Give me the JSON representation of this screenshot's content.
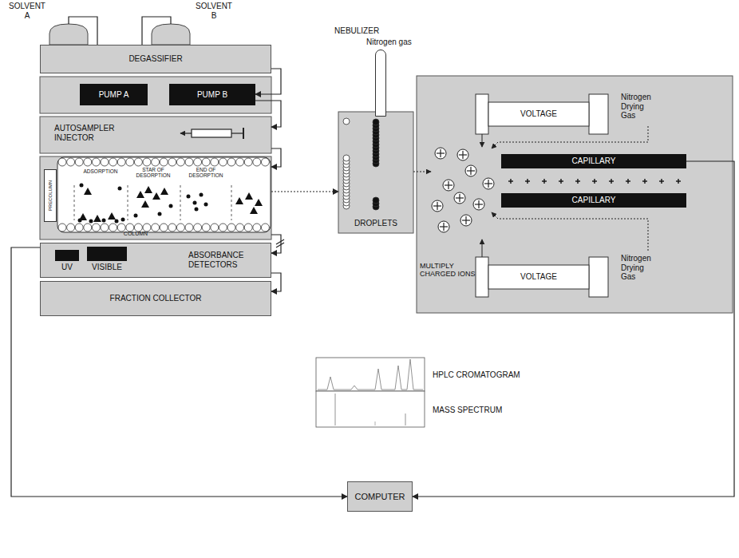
{
  "diagram": {
    "nodes": [
      {
        "text": [
          "SOLVENT A"
        ]
      },
      {
        "text": [
          "SOLVENT B"
        ]
      },
      {
        "text": [
          "DEGASSIFIER"
        ]
      },
      {
        "text": [
          "PUMP A"
        ]
      },
      {
        "text": [
          "PUMP B"
        ]
      },
      {
        "text": [
          "AUTOSAMPLER INJECTOR"
        ]
      },
      {
        "text": [
          "ADSORPTION",
          "STAR OF DESORPTION",
          "END OF DESORPTION",
          "COLUMN"
        ]
      },
      {
        "text": [
          "PRECOLUMN"
        ],
        "in": 6
      },
      {
        "text": [
          "ABSORBANCE DETECTORS"
        ]
      },
      {
        "text": [
          "UV"
        ],
        "in": 8
      },
      {
        "text": [
          "VISIBLE"
        ],
        "in": 8
      },
      {
        "text": [
          "FRACTION COLLECTOR"
        ]
      },
      {
        "text": [
          "NEBULIZER",
          "Nitrogen gas"
        ]
      },
      {
        "text": [
          "DROPLETS"
        ]
      },
      {
        "text": [
          "VOLTAGE"
        ]
      },
      {
        "text": [
          "CAPILLARY"
        ]
      },
      {
        "text": [
          "CAPILLARY"
        ]
      },
      {
        "text": [
          "VOLTAGE"
        ]
      },
      {
        "text": [
          "COMPUTER"
        ]
      }
    ],
    "edges": [
      {
        "from": 0,
        "to": 2,
        "arrow": "none"
      },
      {
        "from": 1,
        "to": 2,
        "arrow": "none"
      },
      {
        "from": 2,
        "to": 4,
        "arrow": "to"
      },
      {
        "from": 4,
        "to": 5,
        "arrow": "to"
      },
      {
        "from": 5,
        "to": 6,
        "arrow": "to"
      },
      {
        "from": 6,
        "to": 8,
        "arrow": "to"
      },
      {
        "from": 8,
        "to": 11,
        "arrow": "to"
      },
      {
        "from": 6,
        "to": 13,
        "arrow": "to"
      },
      {
        "from": 8,
        "to": 18,
        "arrow": "to"
      },
      {
        "from": 15,
        "to": 18,
        "arrow": "to"
      }
    ],
    "labels": [
      "Nitrogen Drying Gas",
      "Nitrogen Drying Gas",
      "MULTIPLY CHARGED IONS",
      "HPLC CROMATOGRAM",
      "MASS SPECTRUM"
    ]
  }
}
